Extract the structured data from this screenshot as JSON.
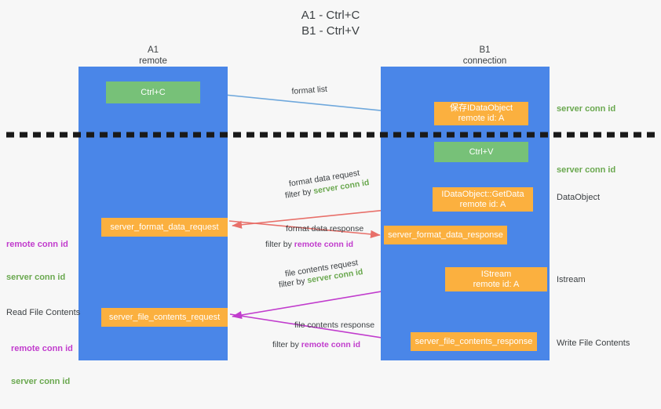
{
  "title": {
    "line1": "A1 - Ctrl+C",
    "line2": "B1 - Ctrl+V"
  },
  "columns": {
    "left": {
      "name": "A1",
      "role": "remote",
      "label": "A1\nremote"
    },
    "right": {
      "name": "B1",
      "role": "connection",
      "label": "B1\nconnection"
    }
  },
  "boxes": {
    "ctrl_c": "Ctrl+C",
    "ctrl_v": "Ctrl+V",
    "idataobject": "保存IDataObject\nremote id: A",
    "getdata": "IDataObject::GetData\nremote id: A",
    "istream": "IStream\nremote id: A",
    "format_data_request": "server_format_data_request",
    "format_data_response": "server_format_data_response",
    "file_contents_request": "server_file_contents_request",
    "file_contents_response": "server_file_contents_response"
  },
  "edge_labels": {
    "format_list": "format list",
    "format_data_request": "format data request",
    "format_data_request_filter_prefix": "filter by ",
    "format_data_request_filter_value": "server conn id",
    "format_data_response": "format data response",
    "format_data_response_filter_prefix": "filter by ",
    "format_data_response_filter_value": "remote conn id",
    "file_contents_request": "file contents request",
    "file_contents_request_filter_prefix": "filter by ",
    "file_contents_request_filter_value": "server conn id",
    "file_contents_response": "file contents response",
    "file_contents_response_filter_prefix": "filter by ",
    "file_contents_response_filter_value": "remote conn id"
  },
  "side_labels": {
    "server_conn_id_top": "server conn id",
    "server_conn_id_mid": "server conn id",
    "dataobject": "DataObject",
    "istream": "Istream",
    "write_file_contents": "Write File Contents",
    "read_file_contents": "Read File Contents",
    "remote_conn_id_left": "remote conn id",
    "server_conn_id_left": "server conn id",
    "remote_conn_id_left2": "remote conn id",
    "server_conn_id_left2": "server conn id"
  },
  "colors": {
    "lane": "#4a86e8",
    "box_green": "#77c178",
    "box_orange": "#fbb03f",
    "server_conn_id": "#6aa84f",
    "remote_conn_id": "#c13ccd",
    "arrow_blue": "#6fa8dc",
    "arrow_red": "#e8706a",
    "arrow_magenta": "#c13ccd",
    "arrow_black": "#000000",
    "background": "#f7f7f7",
    "text": "#3c4043"
  }
}
